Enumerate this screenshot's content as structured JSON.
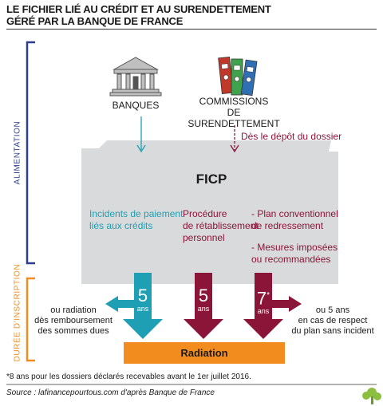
{
  "title": {
    "line1": "LE FICHIER LIÉ AU CRÉDIT ET AU SURENDETTEMENT",
    "line2": "GÉRÉ PAR LA BANQUE DE FRANCE"
  },
  "side_labels": {
    "alimentation": "ALIMENTATION",
    "duree": "DURÉE D'INSCRIPTION"
  },
  "sources": {
    "banques": "BANQUES",
    "commissions_line1": "COMMISSIONS",
    "commissions_line2": "DE SURENDETTEMENT",
    "depot": "Dès le dépôt du dossier"
  },
  "folder": {
    "title": "FICP",
    "col1": [
      "Incidents de paiement",
      "liés aux crédits"
    ],
    "col2": [
      "Procédure",
      "de rétablissement",
      "personnel"
    ],
    "col3a": [
      "- Plan conventionnel",
      "de redressement"
    ],
    "col3b": [
      "- Mesures imposées",
      "ou recommandées"
    ]
  },
  "durations": {
    "d1": "5",
    "d2": "5",
    "d3": "7",
    "d3_star": "*",
    "unit": "ans"
  },
  "notes": {
    "left": [
      "ou radiation",
      "dès remboursement",
      "des sommes dues"
    ],
    "right": [
      "ou 5 ans",
      "en cas de respect",
      "du plan sans incident"
    ]
  },
  "radiation": "Radiation",
  "footnote": "*8 ans pour les dossiers déclarés recevables avant le 1er juillet 2016.",
  "source": "Source : lafinancepourtous.com d'après Banque de France",
  "colors": {
    "teal": "#1f9fb3",
    "maroon": "#8b1538",
    "orange": "#f28c1e",
    "navy": "#2b3e8f",
    "folder": "#d9dadb"
  }
}
